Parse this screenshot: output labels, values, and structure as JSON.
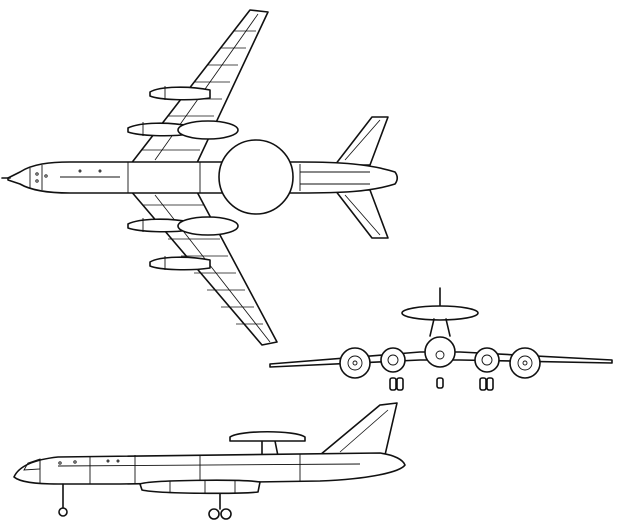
{
  "figure": {
    "views": [
      "plan-view",
      "front-view",
      "side-view"
    ],
    "line_color": "#111111",
    "background": "#ffffff"
  }
}
